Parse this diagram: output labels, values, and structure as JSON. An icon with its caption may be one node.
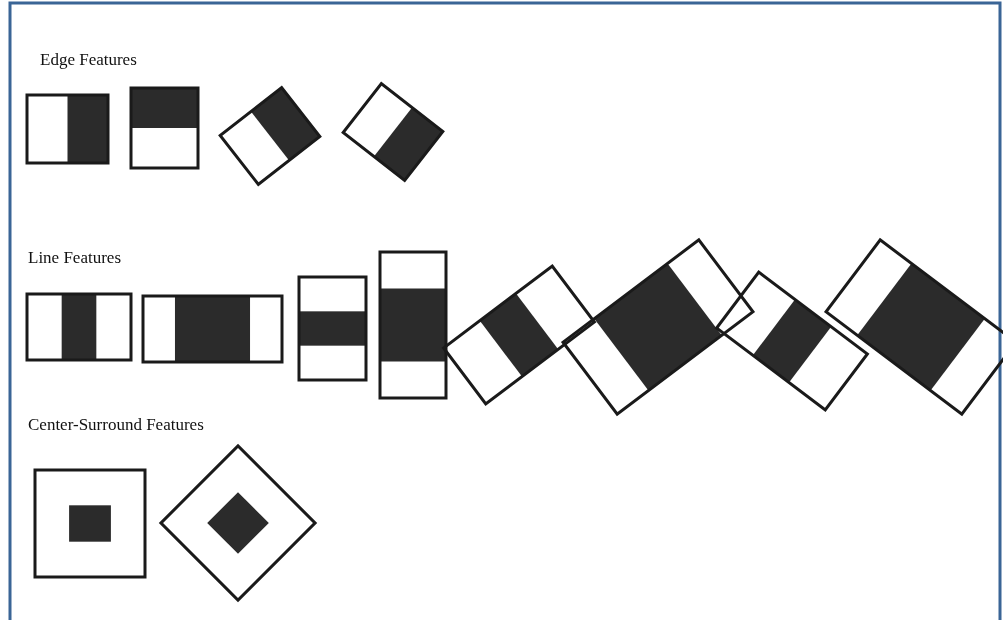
{
  "diagram": {
    "labels": [
      "Edge Features",
      "Line Features",
      "Center-Surround Features"
    ]
  }
}
